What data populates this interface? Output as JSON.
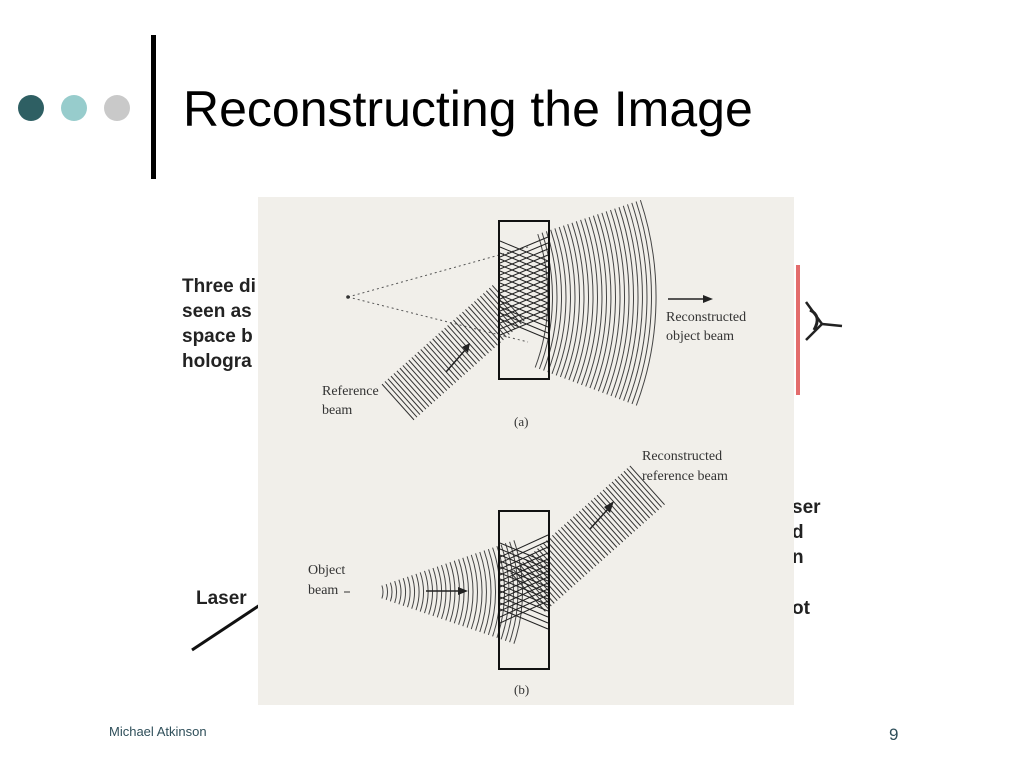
{
  "slide": {
    "title": "Reconstructing the Image",
    "footer_author": "Michael Atkinson",
    "page_number": "9"
  },
  "background_text": {
    "left_lines": [
      "Three di",
      "seen as",
      "space b",
      "hologra"
    ],
    "laser": "Laser",
    "right_lines": [
      "ser",
      "d",
      "n",
      "ot"
    ]
  },
  "figure": {
    "panel_a": {
      "label_reference": [
        "Reference",
        "beam"
      ],
      "label_object": [
        "Reconstructed",
        "object beam"
      ],
      "caption": "(a)"
    },
    "panel_b": {
      "label_reference": [
        "Reconstructed",
        "reference beam"
      ],
      "label_object": [
        "Object",
        "beam"
      ],
      "caption": "(b)"
    }
  },
  "colors": {
    "dot1": "#2e5f63",
    "dot2": "#97cccc",
    "dot3": "#c9c9c9",
    "accent_red": "#e36c6c"
  },
  "icons": {
    "eye": "eye-icon"
  }
}
